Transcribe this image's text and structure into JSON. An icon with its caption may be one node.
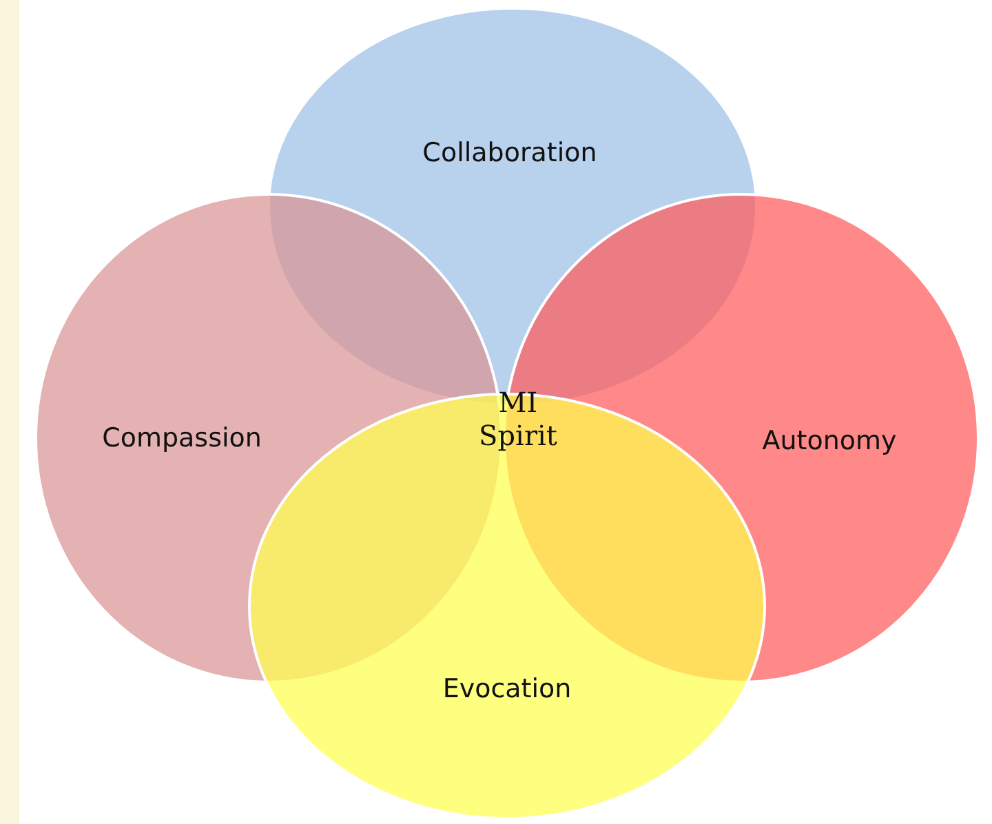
{
  "diagram": {
    "nodes": [
      {
        "text": [
          "Collaboration"
        ]
      },
      {
        "text": [
          "Compassion"
        ]
      },
      {
        "text": [
          "Autonomy"
        ]
      },
      {
        "text": [
          "Evocation"
        ]
      }
    ],
    "labels": [
      "MI Spirit"
    ]
  }
}
